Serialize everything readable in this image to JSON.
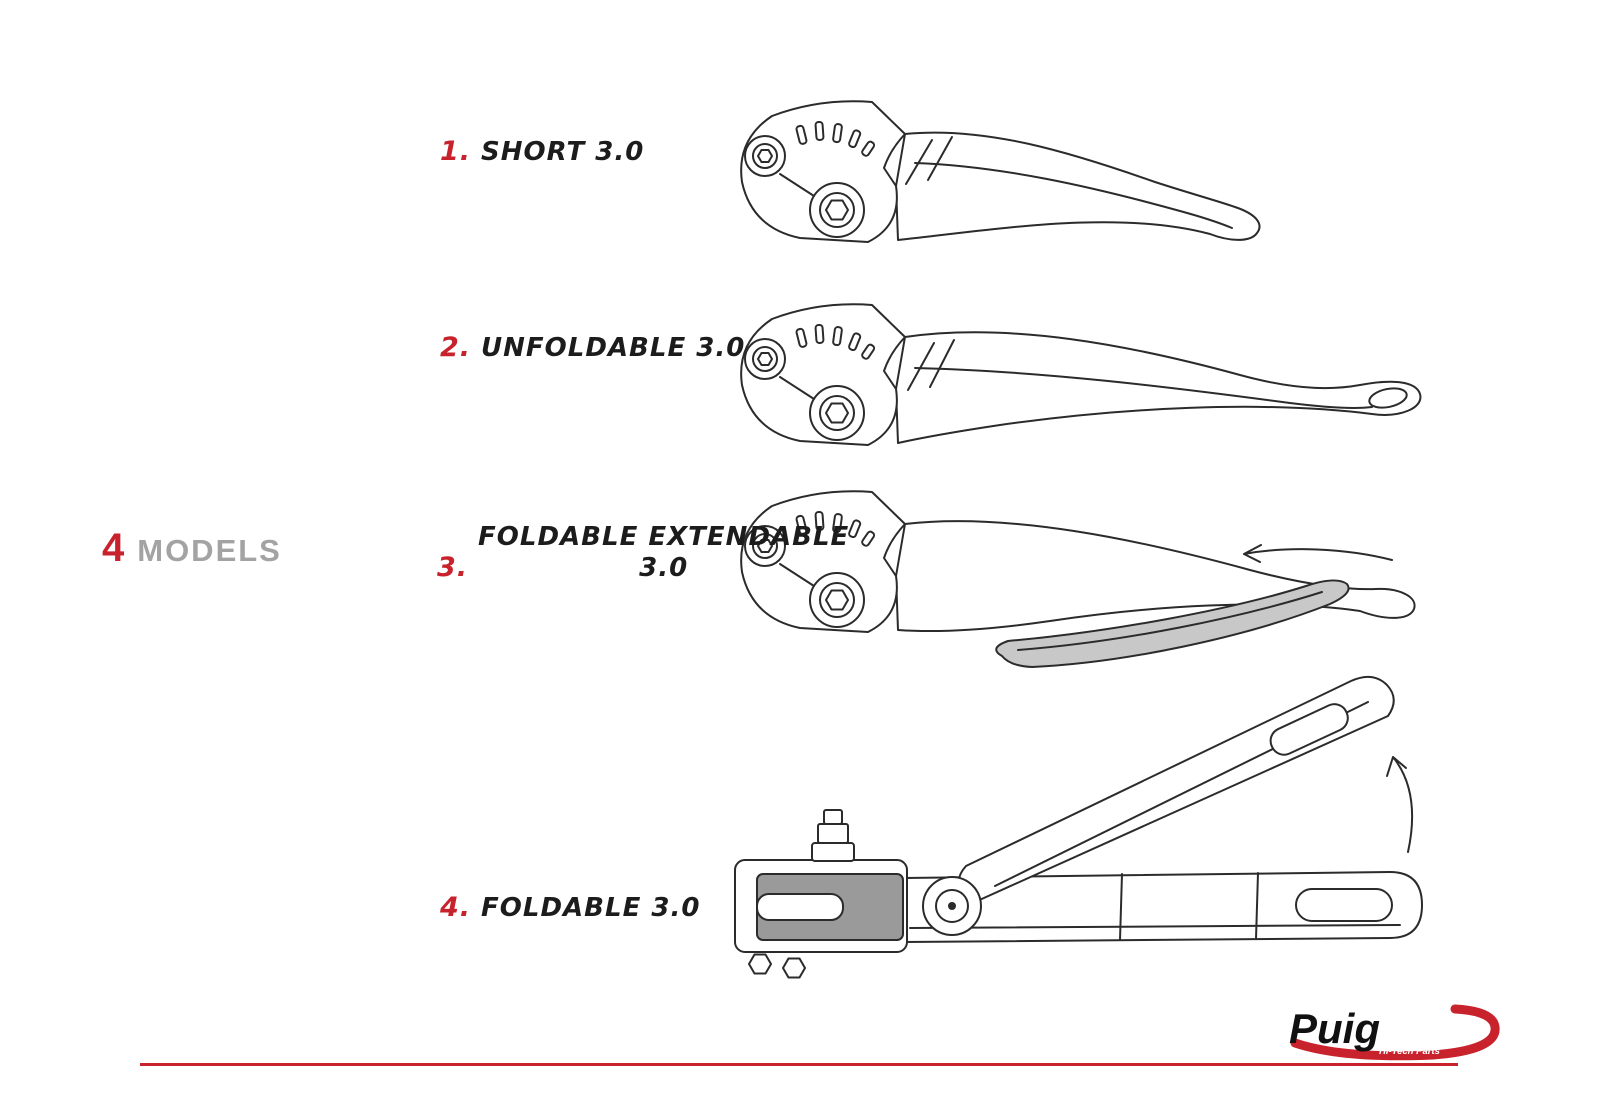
{
  "models": {
    "count": "4",
    "word": "MODELS"
  },
  "levers": [
    {
      "num": "1.",
      "label": "SHORT 3.0",
      "label2": ""
    },
    {
      "num": "2.",
      "label": "UNFOLDABLE 3.0",
      "label2": ""
    },
    {
      "num": "3.",
      "label": "FOLDABLE EXTENDABLE",
      "label2": "3.0"
    },
    {
      "num": "4.",
      "label": "FOLDABLE 3.0",
      "label2": ""
    }
  ],
  "brand": {
    "name": "Puig",
    "tagline": "Hi-Tech Parts"
  },
  "colors": {
    "accent_red": "#c8232c",
    "muted_gray": "#a3a3a3",
    "ink": "#2b2b2b",
    "extension_gray": "#c8c8c8"
  }
}
